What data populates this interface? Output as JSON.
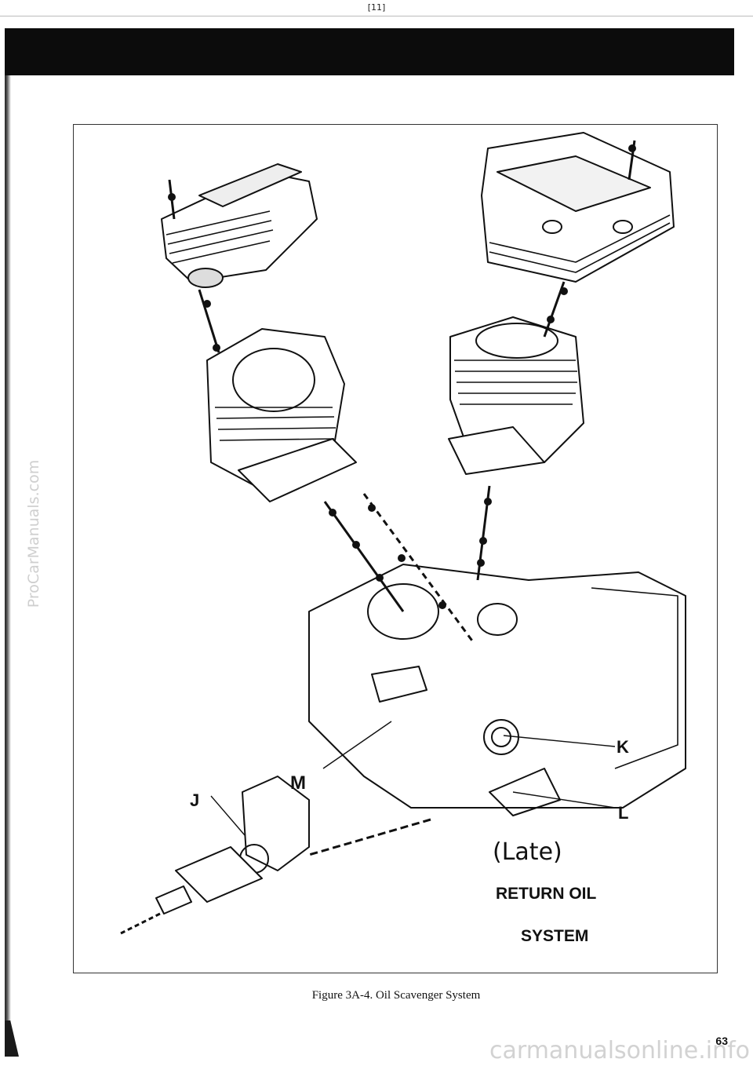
{
  "page_ref": "[11]",
  "figure": {
    "callouts": {
      "j": "J",
      "k": "K",
      "l": "L",
      "m": "M"
    },
    "variant_label": "(Late)",
    "title_line_1": "RETURN OIL",
    "title_line_2": "SYSTEM"
  },
  "caption": "Figure 3A-4. Oil Scavenger System",
  "page_number": "63",
  "watermarks": {
    "side": "ProCarManuals.com",
    "bottom": "carmanualsonline.info"
  }
}
